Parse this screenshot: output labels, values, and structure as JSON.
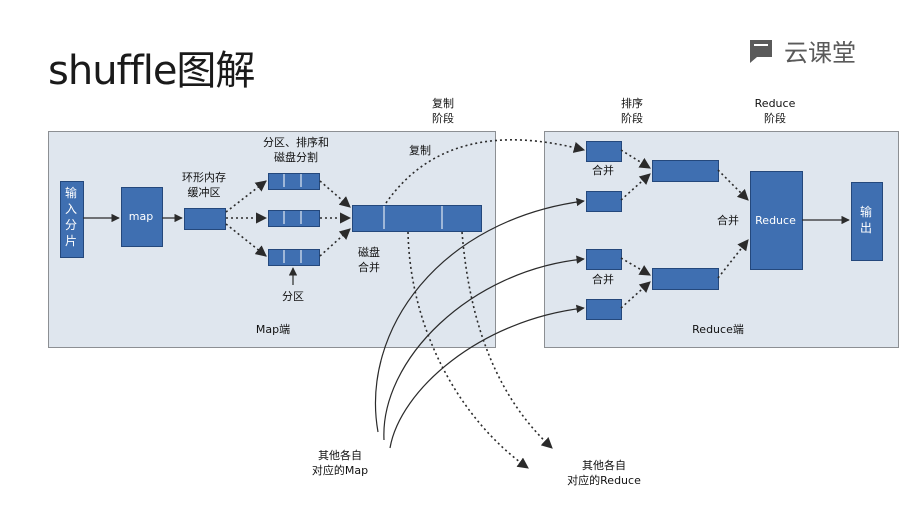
{
  "title": "shuffle图解",
  "brand": {
    "name": "云课堂",
    "icon": "chat-bubble-icon"
  },
  "map_side": {
    "label": "Map端",
    "input_split": "输入分片",
    "map": "map",
    "ring_buffer": "环形内存\n缓冲区",
    "partition_sort_spill": "分区、排序和\n磁盘分割",
    "partition": "分区",
    "disk_merge": "磁盘\n合并"
  },
  "reduce_side": {
    "label": "Reduce端",
    "merge_top": "合并",
    "merge_bottom": "合并",
    "merge_final": "合并",
    "reduce": "Reduce",
    "output": "输出"
  },
  "phases": {
    "copy_phase": "复制\n阶段",
    "sort_phase": "排序\n阶段",
    "reduce_phase": "Reduce\n阶段"
  },
  "copy_label": "复制",
  "other_maps": "其他各自\n对应的Map",
  "other_reduces": "其他各自\n对应的Reduce",
  "colors": {
    "box": "#3f6fb1",
    "panel": "#dfe6ee",
    "arrow": "#2b2b2b"
  }
}
